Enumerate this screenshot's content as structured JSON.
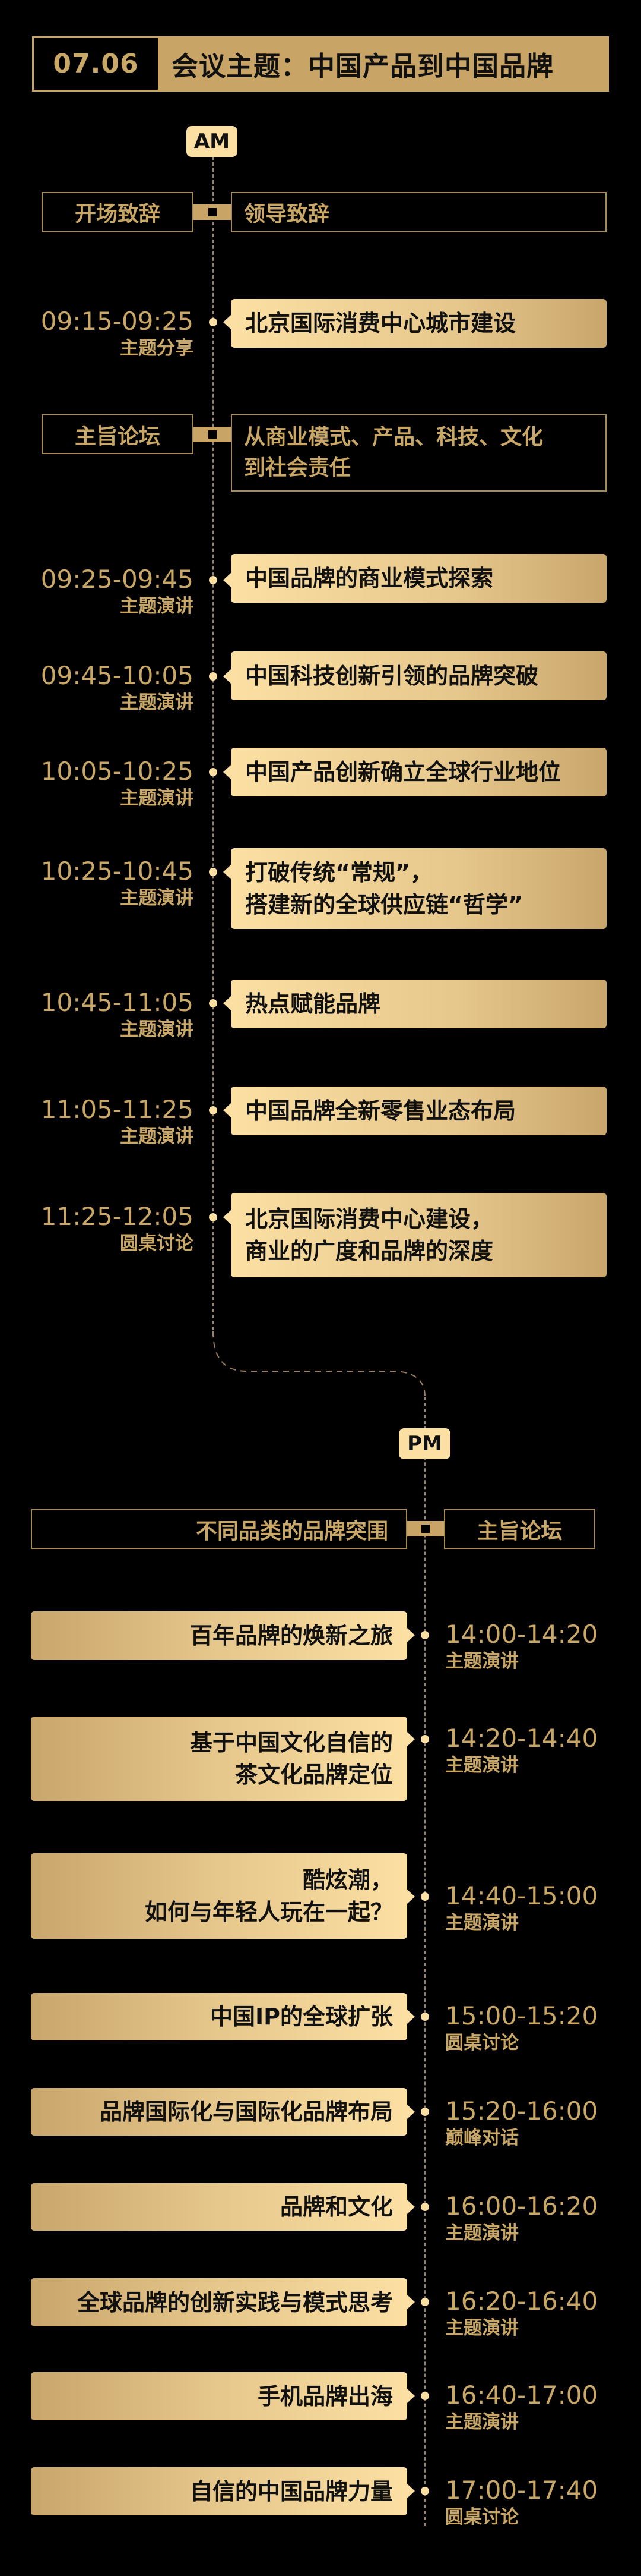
{
  "header": {
    "date": "07.06",
    "theme": "会议主题：中国产品到中国品牌"
  },
  "colors": {
    "background": "#000000",
    "gold": "#C8A566",
    "gold_light": "#FCE0A3",
    "text_dark": "#111111"
  },
  "am": {
    "label": "AM",
    "opening": {
      "left": "开场致辞",
      "right": "领导致辞"
    },
    "forum": {
      "left": "主旨论坛",
      "right": "从商业模式、产品、科技、文化\n到社会责任"
    },
    "sessions": [
      {
        "time": "09:15-09:25",
        "kind": "主题分享",
        "title": "北京国际消费中心城市建设"
      },
      {
        "time": "09:25-09:45",
        "kind": "主题演讲",
        "title": "中国品牌的商业模式探索"
      },
      {
        "time": "09:45-10:05",
        "kind": "主题演讲",
        "title": "中国科技创新引领的品牌突破"
      },
      {
        "time": "10:05-10:25",
        "kind": "主题演讲",
        "title": "中国产品创新确立全球行业地位"
      },
      {
        "time": "10:25-10:45",
        "kind": "主题演讲",
        "title": "打破传统“常规”，\n搭建新的全球供应链“哲学”"
      },
      {
        "time": "10:45-11:05",
        "kind": "主题演讲",
        "title": "热点赋能品牌"
      },
      {
        "time": "11:05-11:25",
        "kind": "主题演讲",
        "title": "中国品牌全新零售业态布局"
      },
      {
        "time": "11:25-12:05",
        "kind": "圆桌讨论",
        "title": "北京国际消费中心建设，\n商业的广度和品牌的深度"
      }
    ]
  },
  "pm": {
    "label": "PM",
    "forum": {
      "left": "不同品类的品牌突围",
      "right": "主旨论坛"
    },
    "sessions": [
      {
        "time": "14:00-14:20",
        "kind": "主题演讲",
        "title": "百年品牌的焕新之旅"
      },
      {
        "time": "14:20-14:40",
        "kind": "主题演讲",
        "title": "基于中国文化自信的\n茶文化品牌定位"
      },
      {
        "time": "14:40-15:00",
        "kind": "主题演讲",
        "title": "酷炫潮，\n如何与年轻人玩在一起？"
      },
      {
        "time": "15:00-15:20",
        "kind": "圆桌讨论",
        "title": "中国IP的全球扩张"
      },
      {
        "time": "15:20-16:00",
        "kind": "巅峰对话",
        "title": "品牌国际化与国际化品牌布局"
      },
      {
        "time": "16:00-16:20",
        "kind": "主题演讲",
        "title": "品牌和文化"
      },
      {
        "time": "16:20-16:40",
        "kind": "主题演讲",
        "title": "全球品牌的创新实践与模式思考"
      },
      {
        "time": "16:40-17:00",
        "kind": "主题演讲",
        "title": "手机品牌出海"
      },
      {
        "time": "17:00-17:40",
        "kind": "圆桌讨论",
        "title": "自信的中国品牌力量"
      }
    ]
  }
}
